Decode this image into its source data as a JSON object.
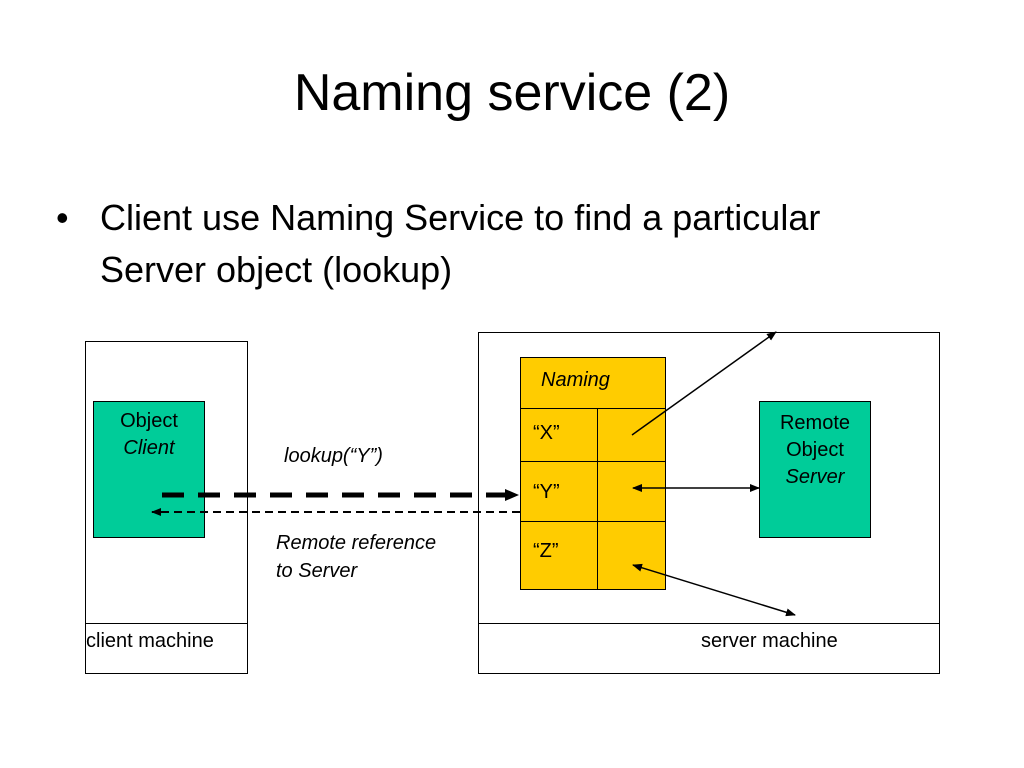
{
  "slide": {
    "title": "Naming service (2)",
    "bullet_symbol": "•",
    "bullet_lines": [
      "Client use Naming Service to find a particular",
      "Server object (lookup)"
    ]
  },
  "diagram": {
    "client_machine_label": "client machine",
    "server_machine_label": "server machine",
    "object_client": {
      "line1": "Object",
      "line2": "Client"
    },
    "remote_object_server": {
      "line1": "Remote",
      "line2": "Object",
      "line3": "Server"
    },
    "naming": {
      "header": "Naming",
      "entries": [
        "“X”",
        "“Y”",
        "“Z”"
      ]
    },
    "lookup_label": "lookup(“Y”)",
    "remote_reference_label": {
      "line1": "Remote reference",
      "line2": "to Server"
    }
  },
  "colors": {
    "object_fill": "#00cc99",
    "naming_fill": "#ffcc00",
    "line": "#000000"
  }
}
